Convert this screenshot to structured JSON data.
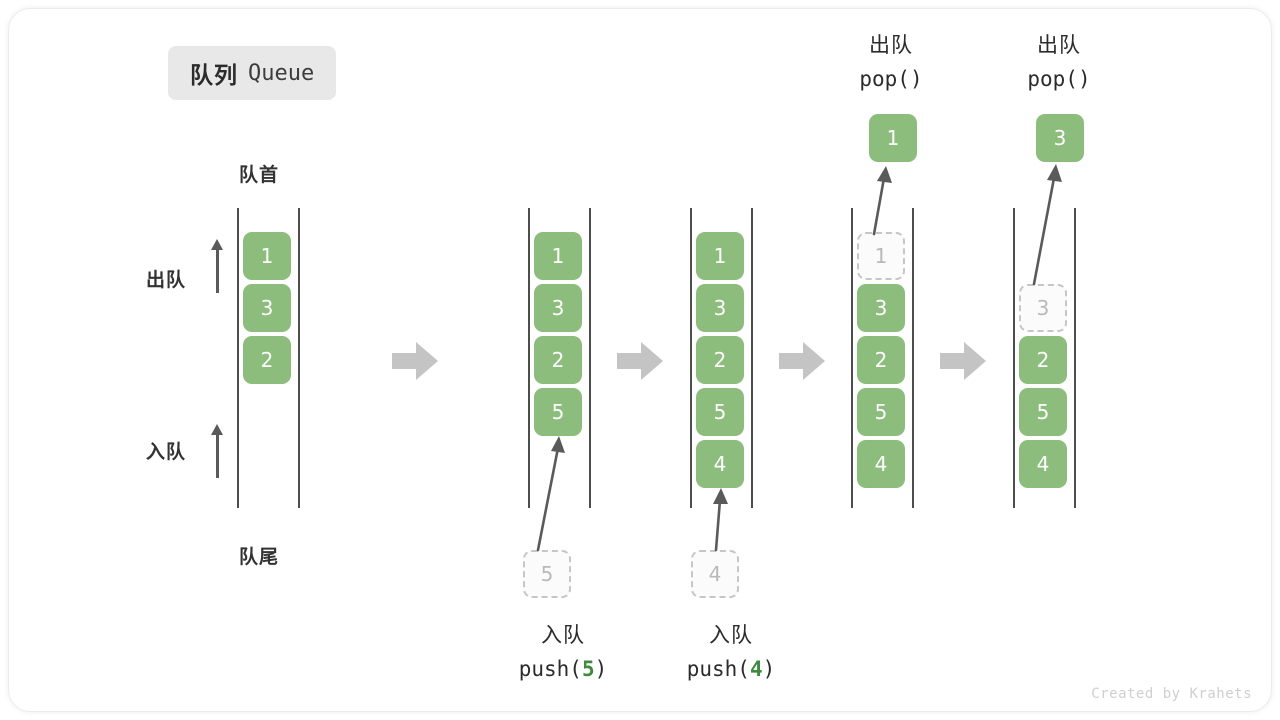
{
  "title": {
    "cn": "队列",
    "en": "Queue"
  },
  "anatomy": {
    "head_label": "队首",
    "tail_label": "队尾",
    "dequeue_label": "出队",
    "enqueue_label": "入队"
  },
  "footer": "Created by Krahets",
  "colors": {
    "element_fill": "#8cbd7d",
    "element_text": "#ffffff",
    "ghost_border": "#c6c6c6",
    "ghost_text": "#b9b9b9",
    "rail": "#4d4d4d",
    "arrow": "#5a5a5a",
    "step_arrow": "#c4c4c4",
    "code_number": "#3f8a3f",
    "badge_bg": "#e8e8e8"
  },
  "stages": [
    {
      "id": "initial",
      "items": [
        "1",
        "3",
        "2"
      ],
      "ghost_top": null,
      "incoming": null,
      "popped": null,
      "caption_cn": null,
      "caption_code": null
    },
    {
      "id": "after-push-5",
      "items": [
        "1",
        "3",
        "2",
        "5"
      ],
      "ghost_top": null,
      "incoming": "5",
      "popped": null,
      "caption_cn": "入队",
      "caption_code_prefix": "push(",
      "caption_code_num": "5",
      "caption_code_suffix": ")"
    },
    {
      "id": "after-push-4",
      "items": [
        "1",
        "3",
        "2",
        "5",
        "4"
      ],
      "ghost_top": null,
      "incoming": "4",
      "popped": null,
      "caption_cn": "入队",
      "caption_code_prefix": "push(",
      "caption_code_num": "4",
      "caption_code_suffix": ")"
    },
    {
      "id": "after-pop-1",
      "items": [
        "3",
        "2",
        "5",
        "4"
      ],
      "ghost_top": "1",
      "incoming": null,
      "popped": "1",
      "caption_cn": "出队",
      "caption_code_prefix": "pop(",
      "caption_code_num": "",
      "caption_code_suffix": ")"
    },
    {
      "id": "after-pop-3",
      "items": [
        "2",
        "5",
        "4"
      ],
      "ghost_top": "3",
      "incoming": null,
      "popped": "3",
      "caption_cn": "出队",
      "caption_code_prefix": "pop(",
      "caption_code_num": "",
      "caption_code_suffix": ")"
    }
  ],
  "step_arrows": [
    {
      "name": "step-arrow-1"
    },
    {
      "name": "step-arrow-2"
    },
    {
      "name": "step-arrow-3"
    },
    {
      "name": "step-arrow-4"
    }
  ]
}
